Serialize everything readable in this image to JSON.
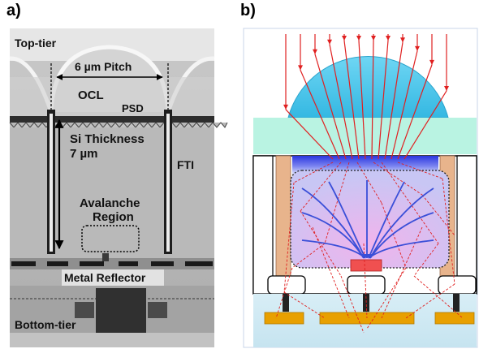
{
  "panel_a": {
    "letter": "a)",
    "labels": {
      "top_tier": "Top-tier",
      "pitch": "6 µm Pitch",
      "ocl": "OCL",
      "psd": "PSD",
      "si_thickness_line1": "Si Thickness",
      "si_thickness_line2": "7 µm",
      "fti": "FTI",
      "avalanche_line1": "Avalanche",
      "avalanche_line2": "Region",
      "metal_reflector": "Metal Reflector",
      "bottom_tier": "Bottom-tier"
    }
  },
  "panel_b": {
    "letter": "b)",
    "colors": {
      "rays": "#e02020",
      "field_lines": "#3a4fd8",
      "lens": "#4ec8ec",
      "filter": "#b8f0e0",
      "junction": "#f05050",
      "metal": "#e8a000",
      "trench": "#e8b48c"
    }
  }
}
